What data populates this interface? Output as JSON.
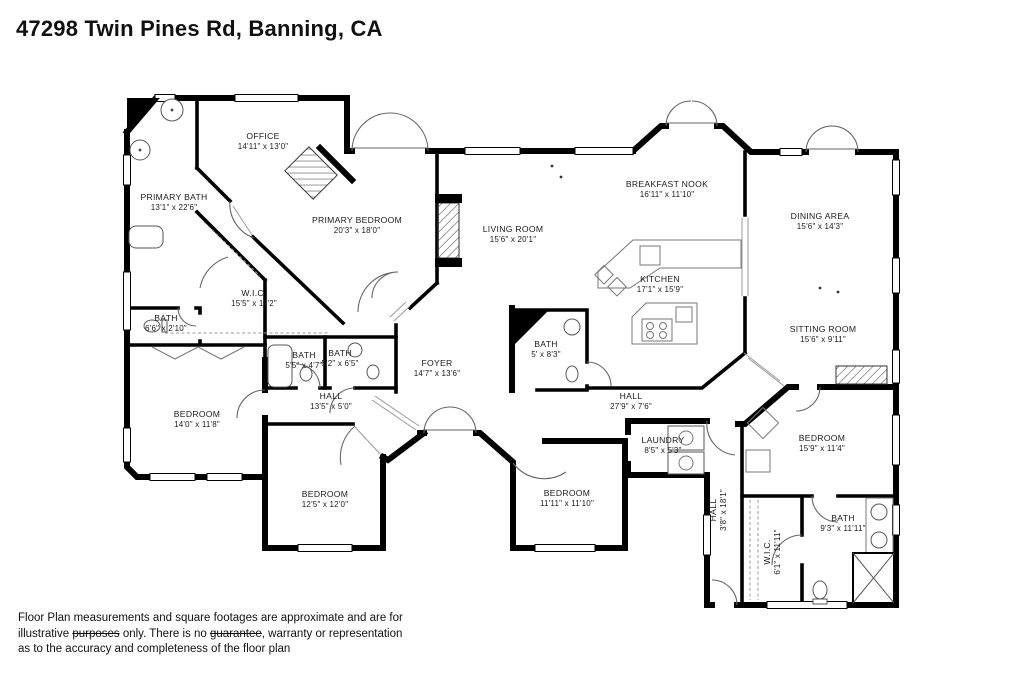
{
  "title": "47298 Twin Pines Rd, Banning, CA",
  "rooms": [
    {
      "name": "OFFICE",
      "dims": "14'11\" x 13'0\""
    },
    {
      "name": "PRIMARY BATH",
      "dims": "13'1\" x 22'6\""
    },
    {
      "name": "PRIMARY BEDROOM",
      "dims": "20'3\" x 18'0\""
    },
    {
      "name": "W.I.C.",
      "dims": "15'5\" x 11'2\""
    },
    {
      "name": "BATH",
      "dims": "6'6\" x 2'10\""
    },
    {
      "name": "BATH",
      "dims": "5'5\" x 4'7\""
    },
    {
      "name": "BATH",
      "dims": "5'2\" x 6'5\""
    },
    {
      "name": "FOYER",
      "dims": "14'7\" x 13'6\""
    },
    {
      "name": "HALL",
      "dims": "13'5\" x 5'0\""
    },
    {
      "name": "BEDROOM",
      "dims": "14'0\" x 11'8\""
    },
    {
      "name": "BEDROOM",
      "dims": "12'5\" x 12'0\""
    },
    {
      "name": "LIVING ROOM",
      "dims": "15'6\" x 20'1\""
    },
    {
      "name": "BREAKFAST NOOK",
      "dims": "16'11\" x 11'10\""
    },
    {
      "name": "KITCHEN",
      "dims": "17'1\" x 15'9\""
    },
    {
      "name": "BATH",
      "dims": "5' x 8'3\""
    },
    {
      "name": "HALL",
      "dims": "27'9\" x 7'6\""
    },
    {
      "name": "LAUNDRY",
      "dims": "8'5\" x 5'3\""
    },
    {
      "name": "BEDROOM",
      "dims": "11'11\" x 11'10\""
    },
    {
      "name": "DINING AREA",
      "dims": "15'6\" x 14'3\""
    },
    {
      "name": "SITTING ROOM",
      "dims": "15'6\" x 9'11\""
    },
    {
      "name": "BEDROOM",
      "dims": "15'9\" x 11'4\""
    },
    {
      "name": "BATH",
      "dims": "9'3\" x 11'11\""
    },
    {
      "name": "HALL",
      "dims": "3'8\" x 18'1\""
    },
    {
      "name": "W.I.C.",
      "dims": "6'1\" x 11'11\""
    }
  ],
  "footer": {
    "line1": "Floor Plan measurements and square footages are approximate and are for",
    "line2a": "illustrative ",
    "line2b": "purposes",
    "line2c": " only. There is no ",
    "line2d": "guarantee",
    "line2e": ", warranty or representation",
    "line3": "as to the accuracy and completeness of the floor plan"
  },
  "colors": {
    "wall": "#000000",
    "label": "#1b1b1b",
    "background": "#ffffff"
  }
}
